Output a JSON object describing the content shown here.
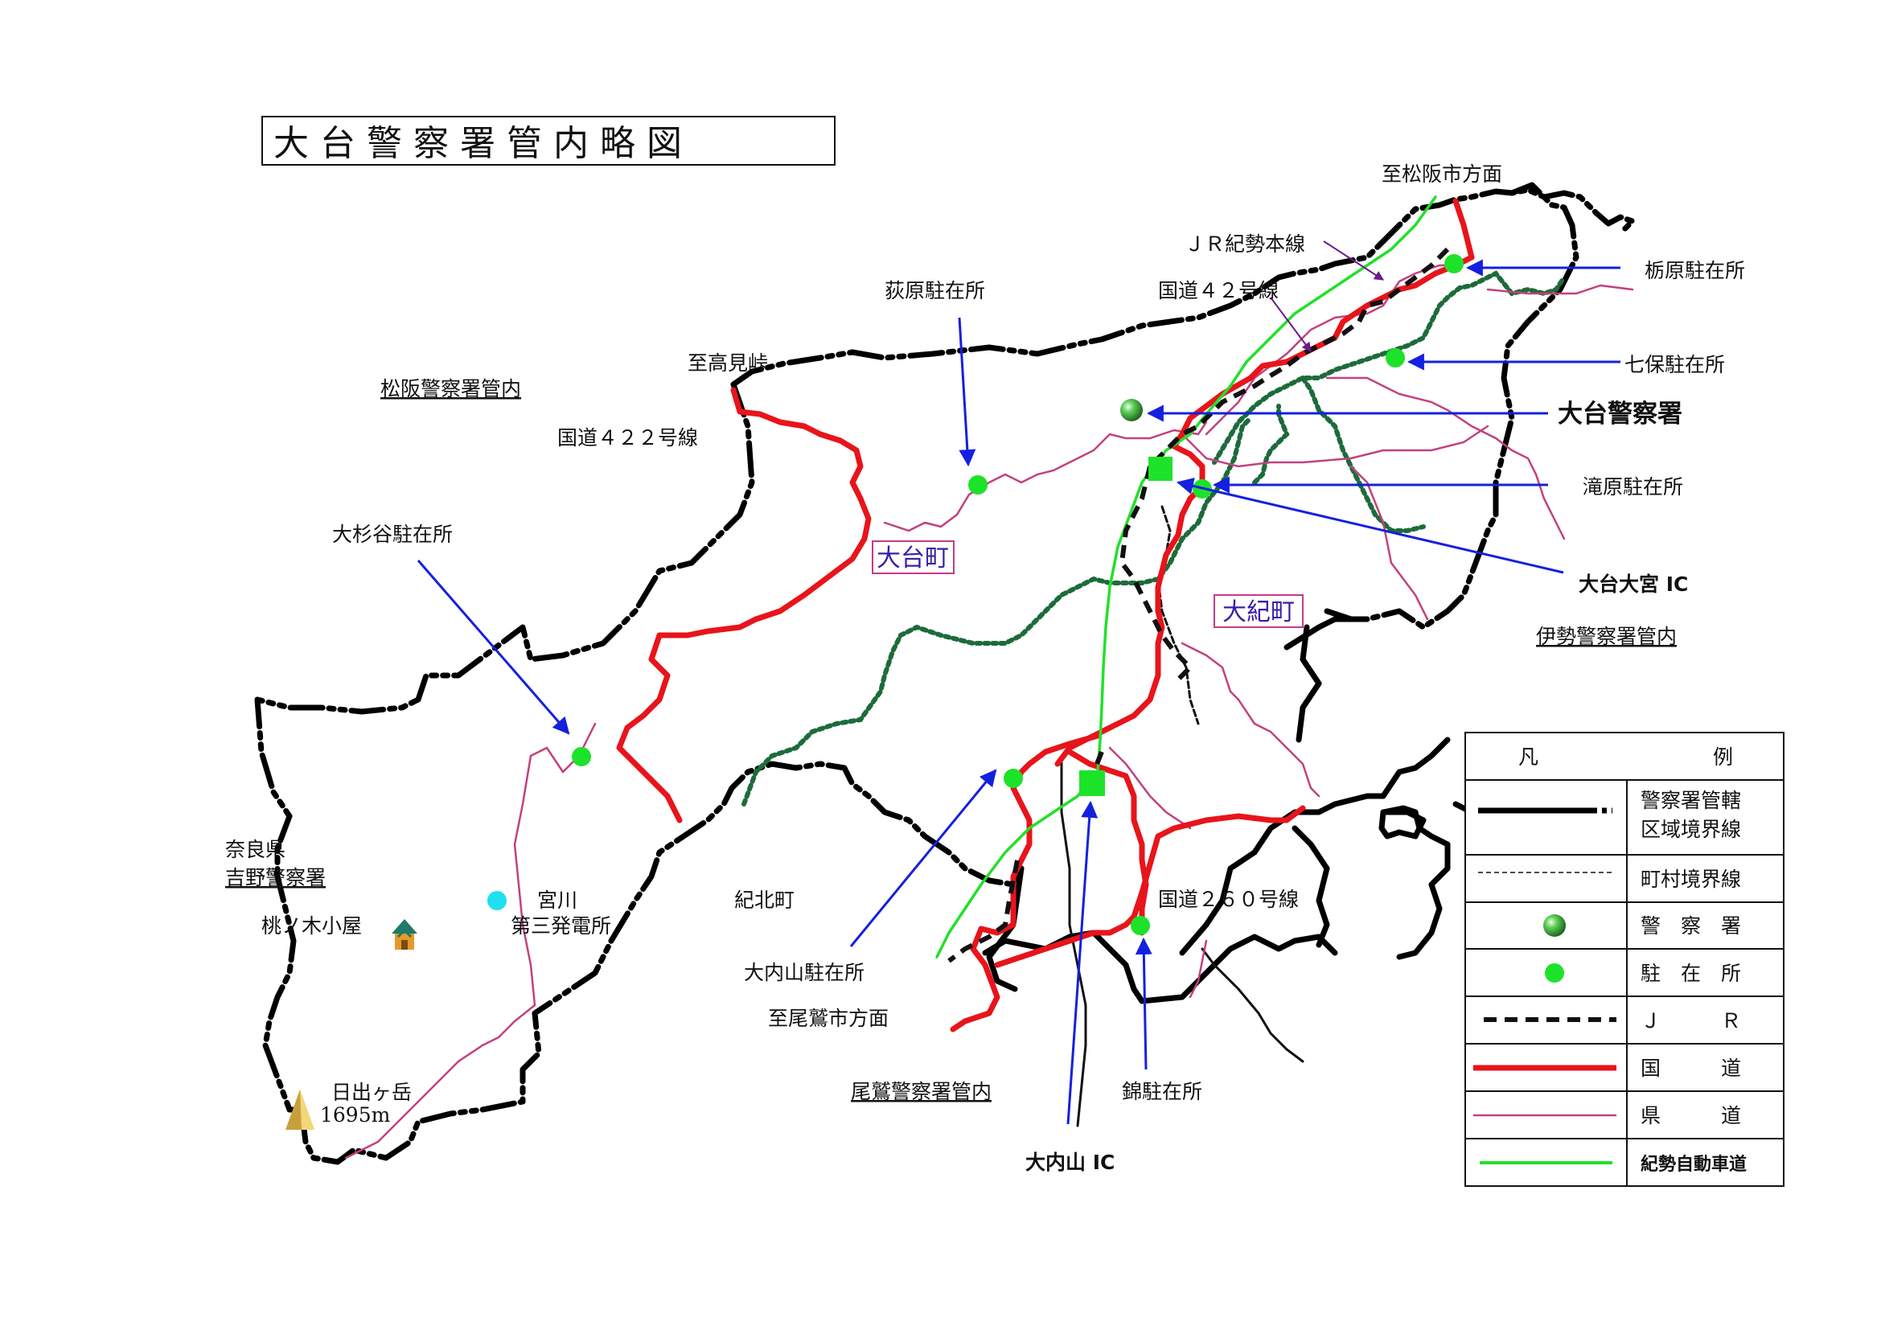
{
  "title": "大台警察署管内略図",
  "labels": {
    "to_matsusaka": "至松阪市方面",
    "jr_kisei": "ＪＲ紀勢本線",
    "route42": "国道４２号線",
    "route422": "国道４２２号線",
    "to_takami": "至高見峠",
    "matsusaka_ps": "松阪警察署管内",
    "ise_ps": "伊勢警察署管内",
    "owase_ps": "尾鷲警察署管内",
    "nara": "奈良県",
    "yoshino_ps": "吉野警察署",
    "momonoki": "桃ノ木小屋",
    "miyagawa": "宮川",
    "power_plant": "第三発電所",
    "hinode": "日出ヶ岳",
    "hinode_alt": "1695m",
    "kihoku": "紀北町",
    "to_owase": "至尾鷲市方面",
    "route260": "国道２６０号線",
    "taiki_town": "大紀町",
    "odai_town": "大台町"
  },
  "stations": {
    "tochihara": "栃原駐在所",
    "nanaho": "七保駐在所",
    "odai_ps": "大台警察署",
    "takihara": "滝原駐在所",
    "odai_omiya_ic": "大台大宮 IC",
    "ogihara": "荻原駐在所",
    "osugidani": "大杉谷駐在所",
    "ouchiyama": "大内山駐在所",
    "ouchiyama_ic": "大内山 IC",
    "nishiki": "錦駐在所"
  },
  "legend": {
    "header_left": "凡",
    "header_right": "例",
    "items": [
      {
        "label_line1": "警察署管轄",
        "label_line2": "区域境界線",
        "symbol": "boundary"
      },
      {
        "label_line1": "町村境界線",
        "symbol": "municipal-boundary"
      },
      {
        "label_line1": "警　察　署",
        "symbol": "police-station"
      },
      {
        "label_line1": "駐　在　所",
        "symbol": "substation"
      },
      {
        "label_line1": "Ｊ　　　Ｒ",
        "symbol": "jr"
      },
      {
        "label_line1": "国　　　道",
        "symbol": "national-road"
      },
      {
        "label_line1": "県　　　道",
        "symbol": "prefectural-road"
      },
      {
        "label_line1": "紀勢自動車道",
        "symbol": "expressway"
      }
    ]
  },
  "colors": {
    "boundary": "#000000",
    "national_road": "#e8141b",
    "prefectural_road": "#c2417f",
    "expressway": "#22e02a",
    "jr": "#111111",
    "river": "#1d6b3a",
    "station": "#1de22a",
    "arrow": "#1420e0",
    "town_text": "#3a1fa8",
    "town_box": "#c33c8a"
  }
}
